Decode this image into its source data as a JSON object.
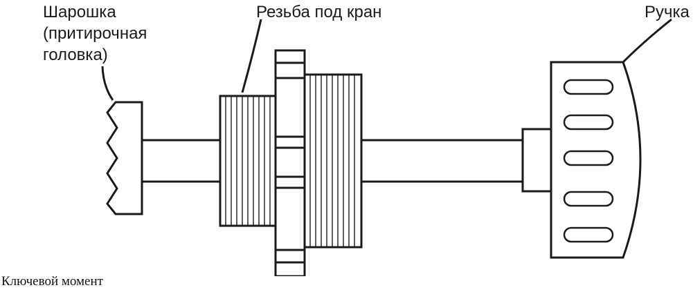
{
  "labels": {
    "lapping_head_line1": "Шарошка",
    "lapping_head_line2": "(притирочная",
    "lapping_head_line3": "головка)",
    "thread": "Резьба под кран",
    "handle": "Ручка"
  },
  "caption": "Ключевой момент",
  "colors": {
    "stroke": "#1a1a1a",
    "fill": "#ffffff"
  }
}
